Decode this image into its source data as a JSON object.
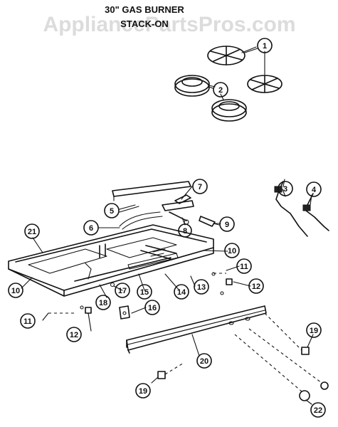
{
  "header": {
    "title_line1": "30\" GAS BURNER",
    "title_line2": "STACK-ON"
  },
  "watermark": "AppliancePartsPros.com",
  "callouts": [
    "1",
    "2",
    "3",
    "4",
    "5",
    "6",
    "7",
    "8",
    "9",
    "10",
    "10",
    "11",
    "11",
    "12",
    "12",
    "13",
    "14",
    "15",
    "16",
    "17",
    "18",
    "19",
    "19",
    "20",
    "21",
    "22"
  ],
  "colors": {
    "line": "#111111",
    "watermark": "#dcdcdc",
    "background": "#ffffff"
  }
}
